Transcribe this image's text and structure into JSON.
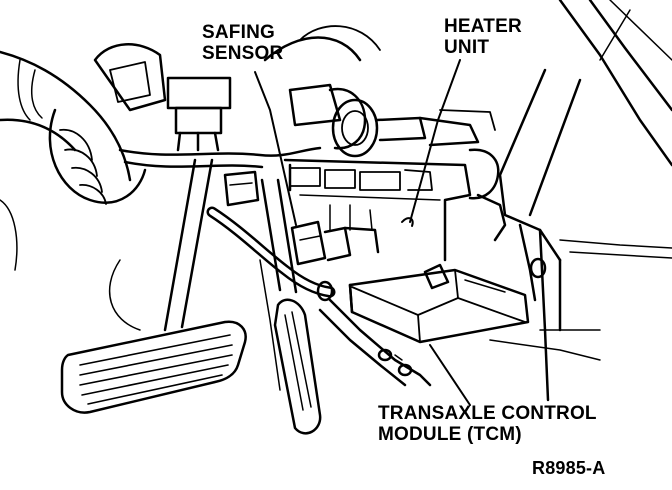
{
  "labels": {
    "safing_sensor": [
      "SAFING",
      "SENSOR"
    ],
    "heater_unit": [
      "HEATER",
      "UNIT"
    ],
    "tcm": [
      "TRANSAXLE CONTROL",
      "MODULE (TCM)"
    ],
    "figure_ref": "R8985-A"
  },
  "colors": {
    "ink": "#000000",
    "paper": "#ffffff"
  }
}
